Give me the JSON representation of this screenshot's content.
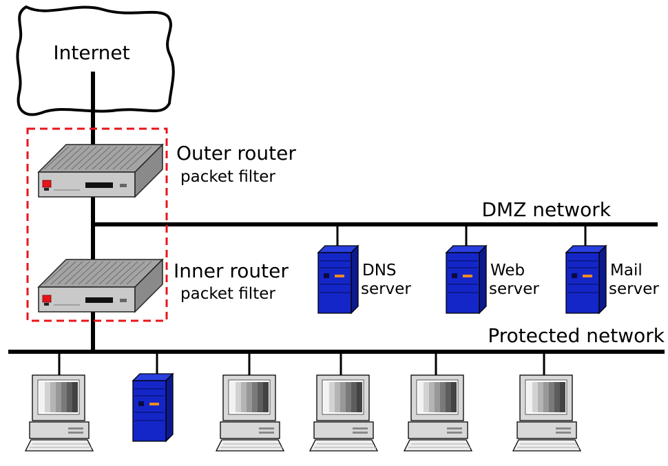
{
  "internet": {
    "label": "Internet"
  },
  "outer_router": {
    "title": "Outer router",
    "subtitle": "packet filter"
  },
  "inner_router": {
    "title": "Inner router",
    "subtitle": "packet filter"
  },
  "dmz": {
    "label": "DMZ network",
    "servers": [
      {
        "line1": "DNS",
        "line2": "server"
      },
      {
        "line1": "Web",
        "line2": "server"
      },
      {
        "line1": "Mail",
        "line2": "server"
      }
    ]
  },
  "protected": {
    "label": "Protected network"
  },
  "colors": {
    "firewall_border": "#e8141b",
    "server_blue": "#1426c8",
    "router_gray": "#8d8d8d",
    "router_led": "#e8141b"
  }
}
